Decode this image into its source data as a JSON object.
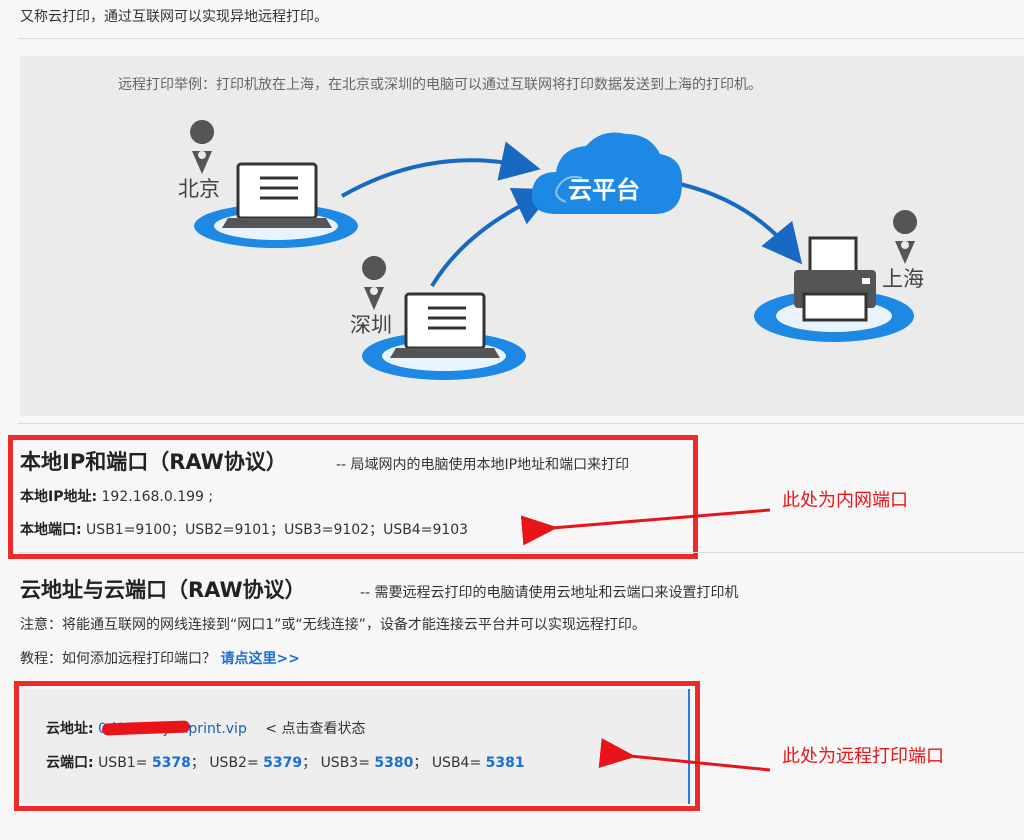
{
  "intro": "又称云打印，通过互联网可以实现异地远程打印。",
  "diagram": {
    "caption": "远程打印举例：打印机放在上海，在北京或深圳的电脑可以通过互联网将打印数据发送到上海的打印机。",
    "cities": {
      "beijing": "北京",
      "shenzhen": "深圳",
      "shanghai": "上海"
    },
    "cloud_label": "云平台",
    "colors": {
      "accent_blue": "#1e88e5",
      "arrow_blue": "#1769c2",
      "pin_gray": "#555555"
    }
  },
  "local": {
    "title": "本地IP和端口（RAW协议）",
    "desc": "-- 局域网内的电脑使用本地IP地址和端口来打印",
    "ip_label": "本地IP地址:",
    "ip_value": " 192.168.0.199 ;",
    "port_label": "本地端口:",
    "port_value": " USB1=9100；USB2=9101；USB3=9102；USB4=9103"
  },
  "cloud": {
    "title": "云地址与云端口（RAW协议）",
    "desc": "-- 需要远程云打印的电脑请使用云地址和云端口来设置打印机",
    "notice": "注意：将能通互联网的网线连接到“网口1”或“无线连接”，设备才能连接云平台并可以实现远程打印。",
    "tutorial_prefix": "教程：如何添加远程打印端口？",
    "tutorial_link": "请点这里>>",
    "addr_label": "云地址:",
    "addr_value": "0d02w0f.yunprint.vip",
    "status_link": "< 点击查看状态",
    "port_label": "云端口:",
    "ports": [
      {
        "label": " USB1= ",
        "value": "5378",
        "sep": "；"
      },
      {
        "label": "  USB2= ",
        "value": "5379",
        "sep": "；"
      },
      {
        "label": "  USB3= ",
        "value": "5380",
        "sep": "；"
      },
      {
        "label": "  USB4= ",
        "value": "5381",
        "sep": ""
      }
    ]
  },
  "annotations": {
    "local": "此处为内网端口",
    "cloud": "此处为远程打印端口",
    "color": "#e8141a"
  }
}
